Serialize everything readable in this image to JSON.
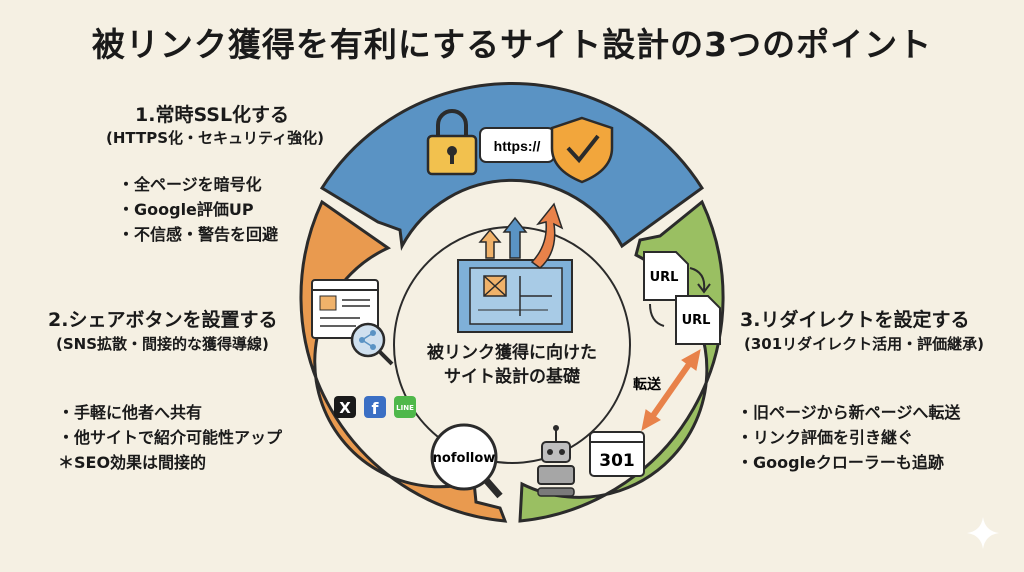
{
  "title": "被リンク獲得を有利にするサイト設計の3つのポイント",
  "center": {
    "line1": "被リンク獲得に向けた",
    "line2": "サイト設計の基礎"
  },
  "points": [
    {
      "heading": "1.常時SSL化する",
      "sub": "(HTTPS化・セキュリティ強化)",
      "bullets": [
        "・全ページを暗号化",
        "・Google評価UP",
        "・不信感・警告を回避"
      ],
      "color": "#5a93c4"
    },
    {
      "heading": "2.シェアボタンを設置する",
      "sub": "(SNS拡散・間接的な獲得導線)",
      "bullets": [
        "・手軽に他者へ共有",
        "・他サイトで紹介可能性アップ",
        "＊SEO効果は間接的"
      ],
      "color": "#e99a4f"
    },
    {
      "heading": "3.リダイレクトを設定する",
      "sub": "(301リダイレクト活用・評価継承)",
      "bullets": [
        "・旧ページから新ページへ転送",
        "・リンク評価を引き継ぐ",
        "・Googleクローラーも追跡"
      ],
      "color": "#9abf62"
    }
  ],
  "icons": {
    "https_text": "https://",
    "url1": "URL",
    "url2": "URL",
    "transfer": "転送",
    "code301": "301",
    "nofollow": "nofollow",
    "sns_x": "X",
    "sns_fb": "f",
    "sns_line": "LINE"
  }
}
